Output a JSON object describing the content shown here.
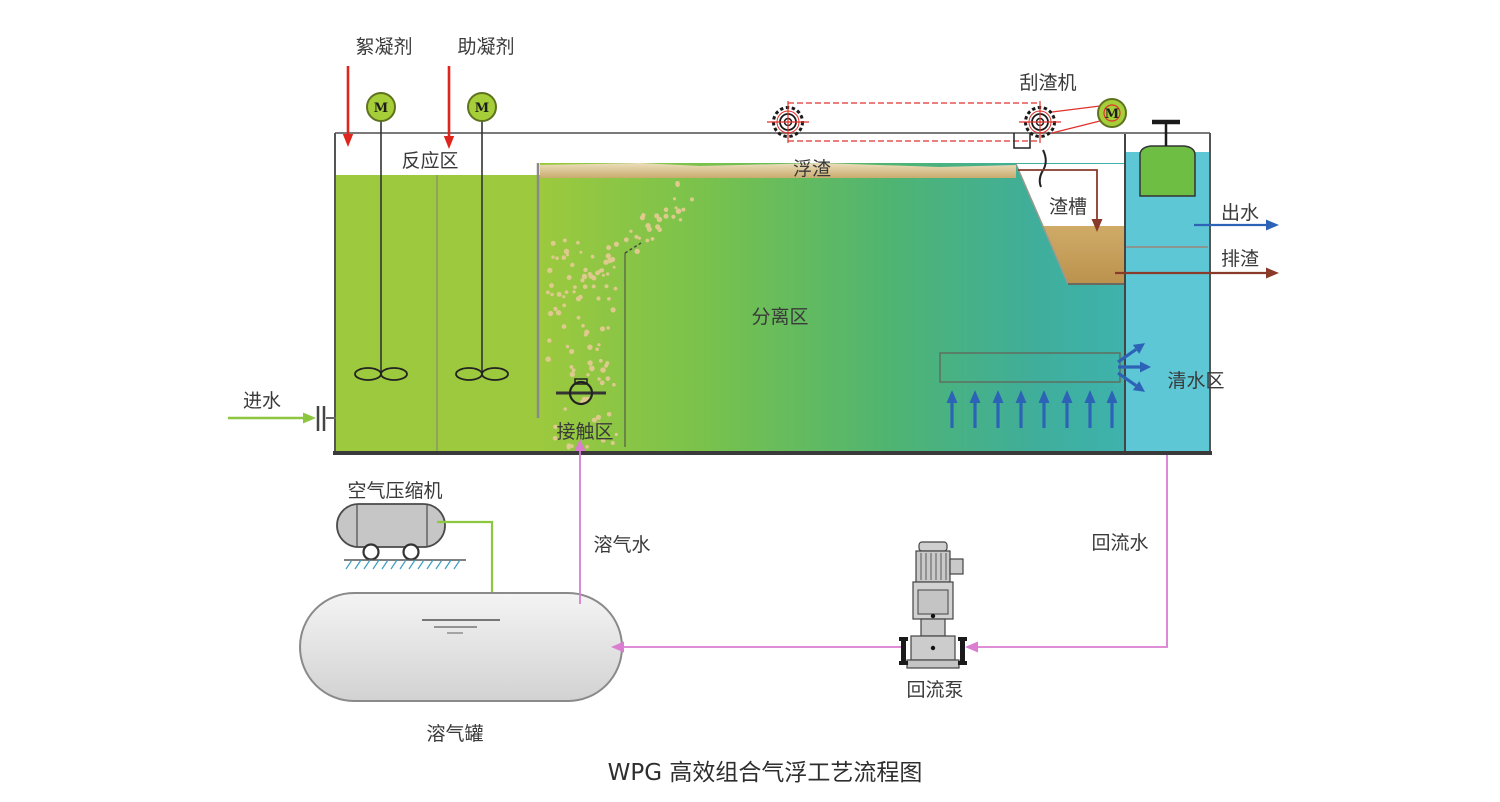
{
  "title": "WPG 高效组合气浮工艺流程图",
  "labels": {
    "flocculant": "絮凝剂",
    "coagulant_aid": "助凝剂",
    "scraper": "刮渣机",
    "reaction_zone": "反应区",
    "scum": "浮渣",
    "slag_trough": "渣槽",
    "effluent": "出水",
    "slag_discharge": "排渣",
    "separation_zone": "分离区",
    "clear_water_zone": "清水区",
    "influent": "进水",
    "contact_zone": "接触区",
    "air_compressor": "空气压缩机",
    "dissolved_air_water": "溶气水",
    "return_water": "回流水",
    "dissolved_air_tank": "溶气罐",
    "return_pump": "回流泵",
    "motor": "M"
  },
  "colors": {
    "magenta": "#d97ed1",
    "red": "#e0251d",
    "green": "#8dc63f",
    "blue": "#2d63b6",
    "brown": "#8a3a2a",
    "motor_green": "#a6ce39",
    "reaction_green": "#9cc93e",
    "cyan": "#5ec7d6",
    "weir_green": "#6fbe44",
    "scum_tan": "#d9c496",
    "trough_tan": "#c6a05c",
    "bubble": "#ddca8c",
    "gear_red": "#e0332c",
    "metal_gray": "#c6c6c6"
  }
}
